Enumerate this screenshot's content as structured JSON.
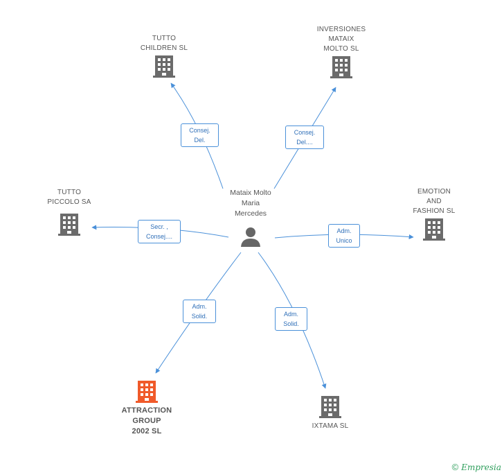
{
  "person": {
    "name": "Mataix Molto\nMaria\nMercedes",
    "icon": "person-icon"
  },
  "companies": [
    {
      "id": "tutto-children",
      "label": "TUTTO\nCHILDREN SL",
      "icon": "building-icon",
      "color": "#6b6b6b"
    },
    {
      "id": "inversiones",
      "label": "INVERSIONES\nMATAIX\nMOLTO SL",
      "icon": "building-icon",
      "color": "#6b6b6b"
    },
    {
      "id": "tutto-piccolo",
      "label": "TUTTO\nPICCOLO SA",
      "icon": "building-icon",
      "color": "#6b6b6b"
    },
    {
      "id": "emotion",
      "label": "EMOTION\nAND\nFASHION SL",
      "icon": "building-icon",
      "color": "#6b6b6b"
    },
    {
      "id": "attraction",
      "label": "ATTRACTION\nGROUP\n2002 SL",
      "icon": "building-icon",
      "color": "#f05a2a"
    },
    {
      "id": "ixtama",
      "label": "IXTAMA SL",
      "icon": "building-icon",
      "color": "#6b6b6b"
    }
  ],
  "roles": [
    {
      "target": "tutto-children",
      "label": "Consej.\nDel."
    },
    {
      "target": "inversiones",
      "label": "Consej.\nDel...."
    },
    {
      "target": "tutto-piccolo",
      "label": "Secr. ,\nConsej...."
    },
    {
      "target": "emotion",
      "label": "Adm.\nUnico"
    },
    {
      "target": "attraction",
      "label": "Adm.\nSolid."
    },
    {
      "target": "ixtama",
      "label": "Adm.\nSolid."
    }
  ],
  "colors": {
    "edge": "#4a90d9",
    "building_default": "#6b6b6b",
    "building_highlight": "#f05a2a"
  },
  "footer": {
    "copyright": "©",
    "brand": "Empresia"
  }
}
